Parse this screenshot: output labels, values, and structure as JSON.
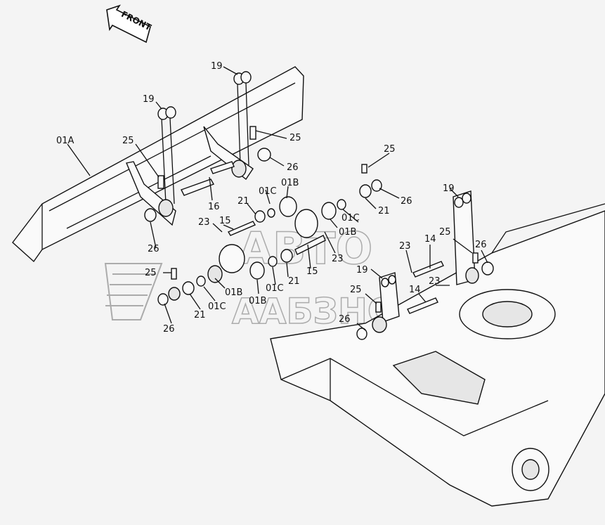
{
  "front_arrow": {
    "label": "FRONT"
  },
  "watermark": {
    "line1": "АВТО",
    "line2": "ААБЗНС"
  },
  "labels": [
    {
      "id": "l-19a",
      "text": "19"
    },
    {
      "id": "l-19b",
      "text": "19"
    },
    {
      "id": "l-19c",
      "text": "19"
    },
    {
      "id": "l-19d",
      "text": "19"
    },
    {
      "id": "l-01a",
      "text": "01A"
    },
    {
      "id": "l-25a",
      "text": "25"
    },
    {
      "id": "l-25b",
      "text": "25"
    },
    {
      "id": "l-25c",
      "text": "25"
    },
    {
      "id": "l-25d",
      "text": "25"
    },
    {
      "id": "l-25e",
      "text": "25"
    },
    {
      "id": "l-25f",
      "text": "25"
    },
    {
      "id": "l-26a",
      "text": "26"
    },
    {
      "id": "l-26b",
      "text": "26"
    },
    {
      "id": "l-26c",
      "text": "26"
    },
    {
      "id": "l-26d",
      "text": "26"
    },
    {
      "id": "l-26e",
      "text": "26"
    },
    {
      "id": "l-16",
      "text": "16"
    },
    {
      "id": "l-01ca",
      "text": "01C"
    },
    {
      "id": "l-01ba",
      "text": "01B"
    },
    {
      "id": "l-21a",
      "text": "21"
    },
    {
      "id": "l-21b",
      "text": "21"
    },
    {
      "id": "l-21c",
      "text": "21"
    },
    {
      "id": "l-21d",
      "text": "21"
    },
    {
      "id": "l-23a",
      "text": "23"
    },
    {
      "id": "l-23b",
      "text": "23"
    },
    {
      "id": "l-23c",
      "text": "23"
    },
    {
      "id": "l-23d",
      "text": "23"
    },
    {
      "id": "l-15a",
      "text": "15"
    },
    {
      "id": "l-15b",
      "text": "15"
    },
    {
      "id": "l-01cb",
      "text": "01C"
    },
    {
      "id": "l-01bb",
      "text": "01B"
    },
    {
      "id": "l-01bc",
      "text": "01B"
    },
    {
      "id": "l-01cc",
      "text": "01C"
    },
    {
      "id": "l-01bd",
      "text": "01B"
    },
    {
      "id": "l-01cd",
      "text": "01C"
    },
    {
      "id": "l-14a",
      "text": "14"
    },
    {
      "id": "l-14b",
      "text": "14"
    }
  ]
}
